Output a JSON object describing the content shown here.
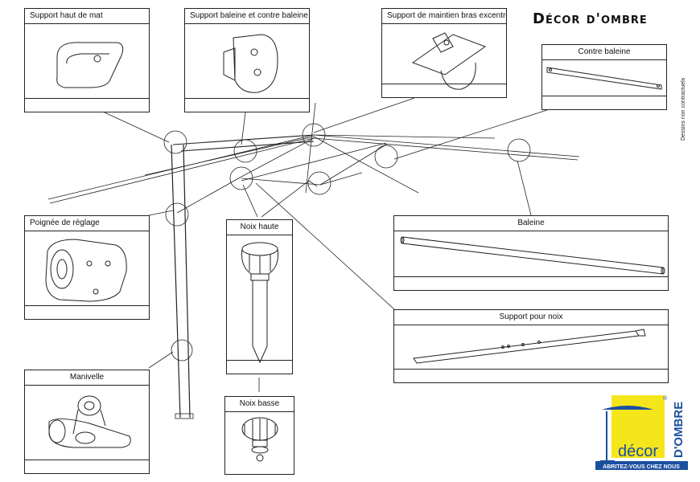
{
  "brand": "Décor d'ombre",
  "side_note": "Dessins non contractuels",
  "parts": {
    "support_haut_de_mat": "Support haut de mat",
    "support_baleine_contre_baleine": "Support baleine et contre baleine",
    "support_maintien_bras_excentre": "Support de maintien bras excentré",
    "contre_baleine": "Contre baleine",
    "poignee_de_reglage": "Poignée de réglage",
    "noix_haute": "Noix haute",
    "baleine": "Baleine",
    "support_pour_noix": "Support pour noix",
    "manivelle": "Manivelle",
    "noix_basse": "Noix basse"
  },
  "logo": {
    "word1": "décor",
    "word2": "D'OMBRE",
    "tagline": "ABRITEZ-VOUS CHEZ NOUS",
    "registered": "®",
    "colors": {
      "yellow": "#f5e51b",
      "blue": "#1b4fa0",
      "white": "#ffffff"
    }
  }
}
